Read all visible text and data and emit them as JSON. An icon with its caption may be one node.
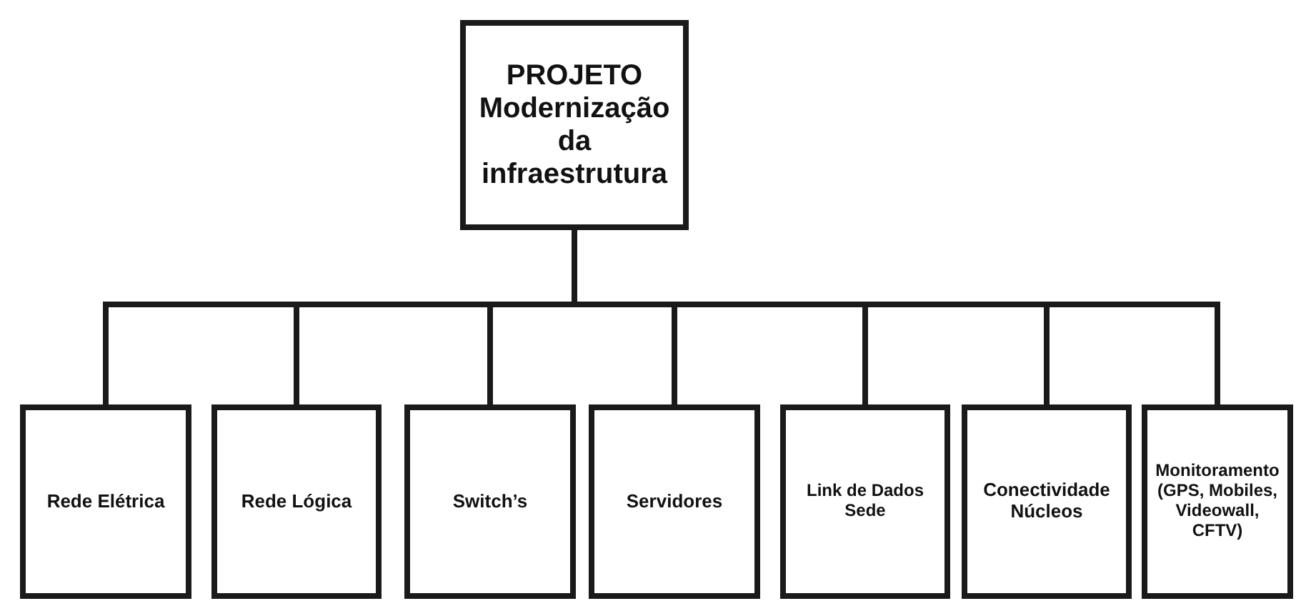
{
  "diagram": {
    "nodes": [
      {
        "text": [
          "PROJETO",
          "Modernização da infraestrutura"
        ]
      },
      {
        "text": [
          "Rede Elétrica"
        ]
      },
      {
        "text": [
          "Rede Lógica"
        ]
      },
      {
        "text": [
          "Switch’s"
        ]
      },
      {
        "text": [
          "Servidores"
        ]
      },
      {
        "text": [
          "Link de Dados Sede"
        ]
      },
      {
        "text": [
          "Conectividade Núcleos"
        ]
      },
      {
        "text": [
          "Monitoramento (GPS, Mobiles, Videowall, CFTV)"
        ]
      }
    ],
    "edges": [
      {
        "from": 0,
        "to": 1,
        "arrow": "none"
      },
      {
        "from": 0,
        "to": 2,
        "arrow": "none"
      },
      {
        "from": 0,
        "to": 3,
        "arrow": "none"
      },
      {
        "from": 0,
        "to": 4,
        "arrow": "none"
      },
      {
        "from": 0,
        "to": 5,
        "arrow": "none"
      },
      {
        "from": 0,
        "to": 6,
        "arrow": "none"
      },
      {
        "from": 0,
        "to": 7,
        "arrow": "none"
      }
    ]
  }
}
